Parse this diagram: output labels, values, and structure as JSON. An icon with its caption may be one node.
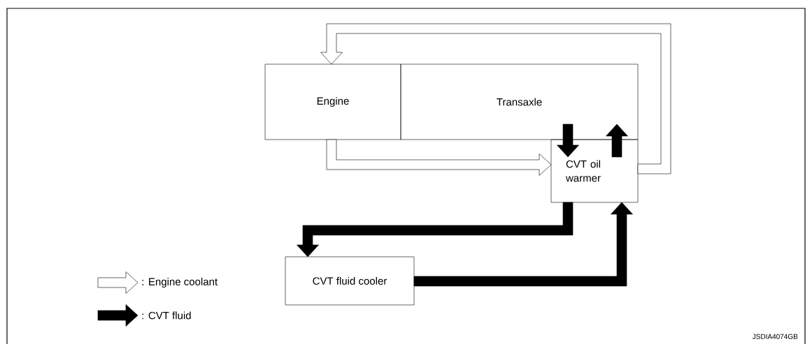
{
  "diagram": {
    "nodes": [
      {
        "text": [
          "Engine"
        ]
      },
      {
        "text": [
          "Transaxle"
        ]
      },
      {
        "text": [
          "CVT oil warmer"
        ]
      },
      {
        "text": [
          "CVT fluid cooler"
        ]
      }
    ],
    "edges": [
      {
        "from": 2,
        "to": 0,
        "arrow": "to"
      },
      {
        "from": 0,
        "to": 2,
        "arrow": "to"
      },
      {
        "from": 1,
        "to": 2,
        "arrow": "to",
        "style": "thick"
      },
      {
        "from": 2,
        "to": 1,
        "arrow": "to",
        "style": "thick"
      },
      {
        "from": 2,
        "to": 3,
        "arrow": "to",
        "style": "thick"
      },
      {
        "from": 3,
        "to": 2,
        "arrow": "to",
        "style": "thick"
      }
    ],
    "labels": [
      "JSDIA4074GB"
    ],
    "legend": [
      {
        "text": ": Engine coolant"
      },
      {
        "text": ": CVT fluid"
      }
    ]
  }
}
